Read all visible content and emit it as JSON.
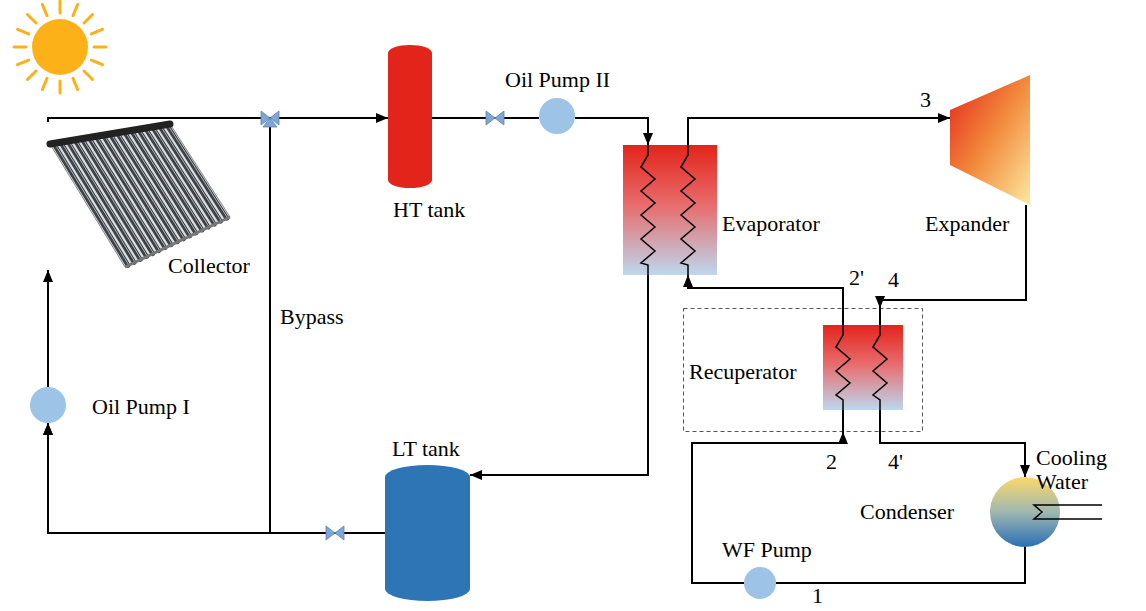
{
  "diagram": {
    "nodes": [
      {
        "text": [
          "Collector"
        ]
      },
      {
        "text": [
          "HT tank"
        ]
      },
      {
        "text": [
          "Oil Pump II"
        ]
      },
      {
        "text": [
          "Evaporator"
        ]
      },
      {
        "text": [
          "Expander"
        ]
      },
      {
        "text": [
          "Recuperator"
        ]
      },
      {
        "text": [
          "Condenser"
        ]
      },
      {
        "text": [
          "WF Pump"
        ]
      },
      {
        "text": [
          "LT tank"
        ]
      },
      {
        "text": [
          "Oil Pump I"
        ]
      }
    ],
    "edges": [
      {
        "from": 0,
        "to": 1,
        "arrow": "to"
      },
      {
        "from": 1,
        "to": 2,
        "arrow": "none"
      },
      {
        "from": 2,
        "to": 3,
        "arrow": "to"
      },
      {
        "from": 3,
        "to": 4,
        "arrow": "to"
      },
      {
        "from": 4,
        "to": 5,
        "arrow": "to"
      },
      {
        "from": 5,
        "to": 6,
        "arrow": "to"
      },
      {
        "from": 6,
        "to": 7,
        "arrow": "none"
      },
      {
        "from": 7,
        "to": 5,
        "arrow": "to"
      },
      {
        "from": 5,
        "to": 3,
        "arrow": "to"
      },
      {
        "from": 3,
        "to": 8,
        "arrow": "to"
      },
      {
        "from": 8,
        "to": 9,
        "arrow": "to"
      },
      {
        "from": 9,
        "to": 0,
        "arrow": "to"
      },
      {
        "from": 0,
        "to": 9,
        "label": "Bypass",
        "arrow": "to"
      }
    ],
    "labels": [
      "3",
      "2'",
      "4",
      "2",
      "4'",
      "1",
      "Cooling Water"
    ]
  }
}
